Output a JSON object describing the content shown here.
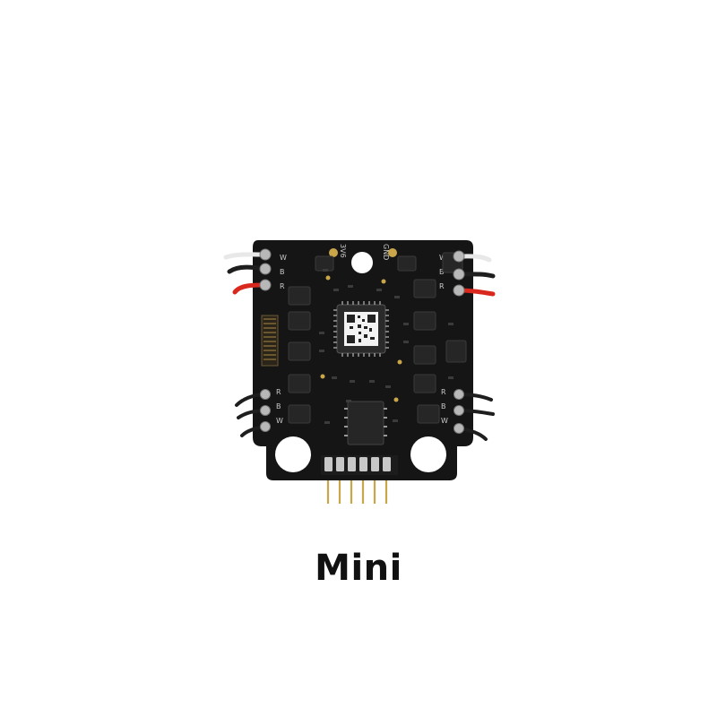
{
  "colors": {
    "background": "#ffffff",
    "board": "#151515",
    "gold_pad": "#c9a64a",
    "red_wire": "#d9281e",
    "caption": "#111111"
  },
  "board": {
    "silkscreen": {
      "label_3v6": "3V6",
      "label_gnd": "GND",
      "label_w": "W",
      "label_b": "B",
      "label_r": "R"
    }
  },
  "caption": {
    "text": "Mini"
  }
}
